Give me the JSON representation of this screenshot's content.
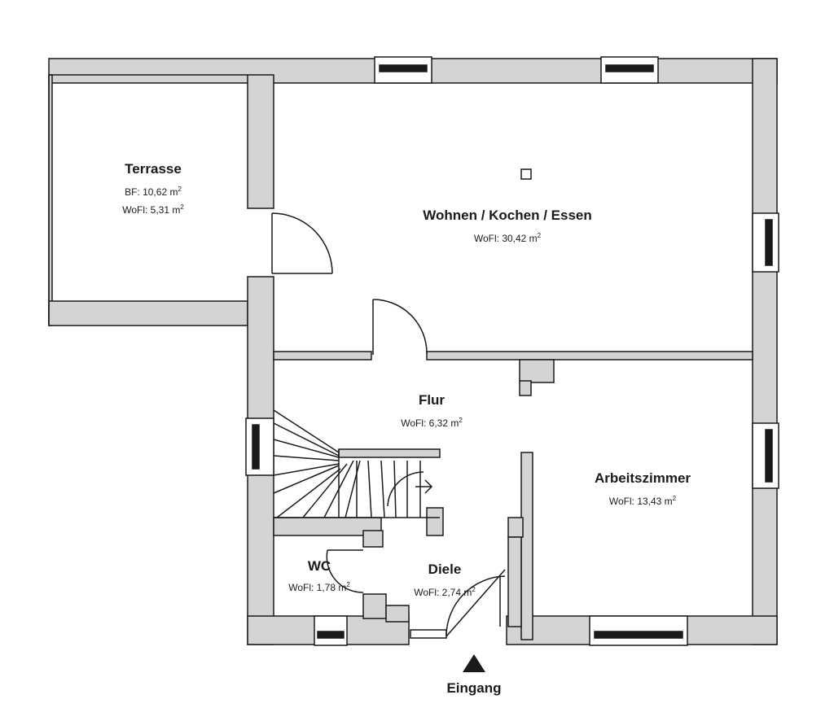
{
  "rooms": {
    "terrasse": {
      "name": "Terrasse",
      "area1_label": "BF: 10,62 m",
      "area2_label": "WoFl: 5,31 m",
      "exp": "2"
    },
    "wohnen": {
      "name": "Wohnen / Kochen / Essen",
      "area_label": "WoFl: 30,42 m",
      "exp": "2"
    },
    "flur": {
      "name": "Flur",
      "area_label": "WoFl: 6,32 m",
      "exp": "2"
    },
    "arbeitszimmer": {
      "name": "Arbeitszimmer",
      "area_label": "WoFl: 13,43 m",
      "exp": "2"
    },
    "wc": {
      "name": "WC",
      "area_label": "WoFl: 1,78 m",
      "exp": "2"
    },
    "diele": {
      "name": "Diele",
      "area_label": "WoFl: 2,74 m",
      "exp": "2"
    }
  },
  "entrance": {
    "label": "Eingang"
  },
  "colors": {
    "wall": "#d4d4d4",
    "line": "#1a1a1a",
    "background": "#ffffff"
  }
}
